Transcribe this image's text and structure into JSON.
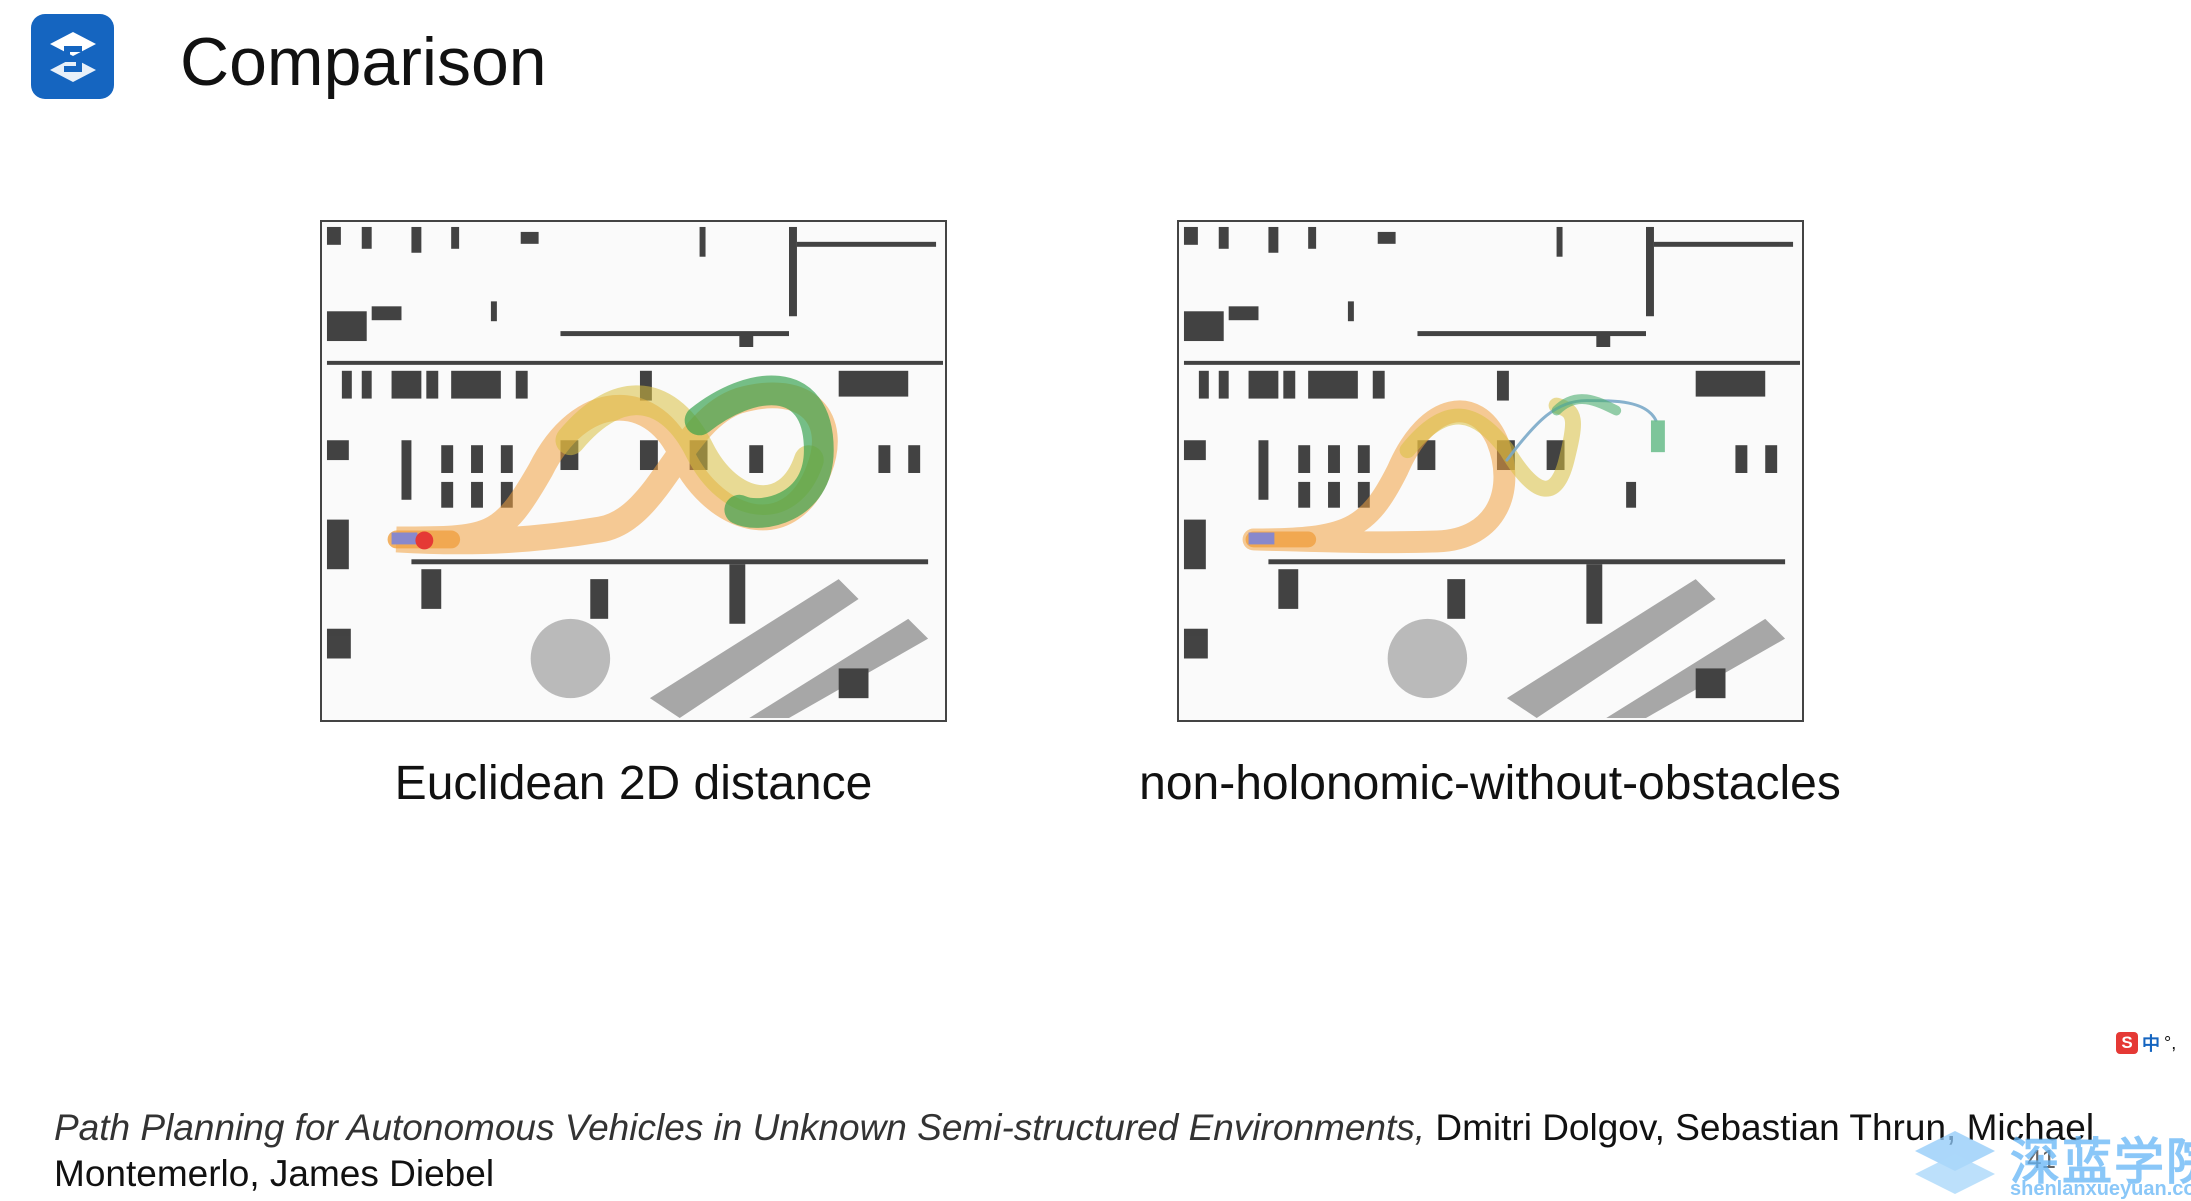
{
  "slide": {
    "title": "Comparison",
    "slide_number": "41"
  },
  "panels": [
    {
      "caption": "Euclidean 2D distance"
    },
    {
      "caption": "non-holonomic-without-obstacles"
    }
  ],
  "citation": {
    "paper_title": "Path Planning for Autonomous Vehicles in Unknown Semi-structured Environments,",
    "authors": " Dmitri Dolgov, Sebastian Thrun, Michael Montemerlo, James Diebel"
  },
  "ime": {
    "logo": "S",
    "mode": "中",
    "punct": "°,"
  },
  "watermark": {
    "text": "深蓝学院",
    "subtext": "shenlanxueyuan.com"
  },
  "colors": {
    "brand": "#1565c0",
    "path_orange": "#f0a040",
    "path_yellow": "#d8c040",
    "path_green": "#2e9e48",
    "start_marker": "#e53935",
    "vehicle": "#8888cc"
  }
}
